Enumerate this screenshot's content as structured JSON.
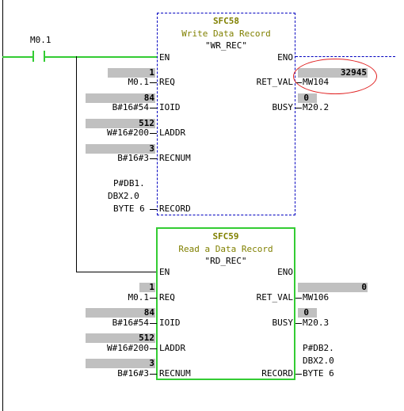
{
  "network": {
    "contact_label": "M0.1"
  },
  "sfc58": {
    "number": "SFC58",
    "title": "Write Data Record",
    "call_name": "\"WR_REC\"",
    "in": {
      "en": "EN",
      "req": "REQ",
      "ioid": "IOID",
      "laddr": "LADDR",
      "recnum": "RECNUM",
      "record": "RECORD"
    },
    "out": {
      "eno": "ENO",
      "ret_val": "RET_VAL",
      "busy": "BUSY"
    },
    "params": {
      "req_value": "1",
      "req_operand": "M0.1",
      "ioid_value": "84",
      "ioid_operand": "B#16#54",
      "laddr_value": "512",
      "laddr_operand": "W#16#200",
      "recnum_value": "3",
      "recnum_operand": "B#16#3",
      "record_line1": "P#DB1.",
      "record_line2": "DBX2.0",
      "record_line3": "BYTE 6",
      "ret_val_value": "32945",
      "ret_val_operand": "MW104",
      "busy_value": "0",
      "busy_operand": "M20.2"
    }
  },
  "sfc59": {
    "number": "SFC59",
    "title": "Read a Data Record",
    "call_name": "\"RD_REC\"",
    "in": {
      "en": "EN",
      "req": "REQ",
      "ioid": "IOID",
      "laddr": "LADDR",
      "recnum": "RECNUM"
    },
    "out": {
      "eno": "ENO",
      "ret_val": "RET_VAL",
      "busy": "BUSY",
      "record": "RECORD"
    },
    "params": {
      "req_value": "1",
      "req_operand": "M0.1",
      "ioid_value": "84",
      "ioid_operand": "B#16#54",
      "laddr_value": "512",
      "laddr_operand": "W#16#200",
      "recnum_value": "3",
      "recnum_operand": "B#16#3",
      "ret_val_value": "0",
      "ret_val_operand": "MW106",
      "busy_value": "0",
      "busy_operand": "M20.3",
      "record_line1": "P#DB2.",
      "record_line2": "DBX2.0",
      "record_line3": "BYTE 6"
    }
  },
  "colors": {
    "power_flow": "#33cc33",
    "block_outline_inactive": "#0000c0",
    "highlight_ring": "#e02020",
    "status_value_bg": "#c0c0c0",
    "block_header_text": "#808000"
  }
}
